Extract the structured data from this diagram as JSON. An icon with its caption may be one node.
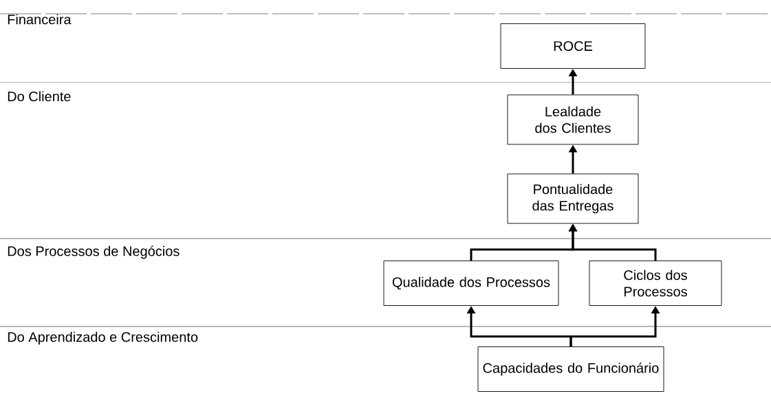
{
  "diagram": {
    "nodes": [
      {
        "text": [
          "ROCE"
        ]
      },
      {
        "text": [
          "Lealdade dos Clientes"
        ]
      },
      {
        "text": [
          "Pontualidade das Entregas"
        ]
      },
      {
        "text": [
          "Qualidade dos Processos"
        ]
      },
      {
        "text": [
          "Ciclos dos Processos"
        ]
      },
      {
        "text": [
          "Capacidades do Funcionário"
        ]
      }
    ],
    "edges": [
      {
        "from": 1,
        "to": 0,
        "arrow": "to"
      },
      {
        "from": 2,
        "to": 1,
        "arrow": "to"
      },
      {
        "from": 3,
        "to": 2,
        "arrow": "to"
      },
      {
        "from": 4,
        "to": 2,
        "arrow": "to"
      },
      {
        "from": 5,
        "to": 3,
        "arrow": "to"
      },
      {
        "from": 5,
        "to": 4,
        "arrow": "to"
      }
    ],
    "labels": [
      "Financeira",
      "Do Cliente",
      "Dos Processos de Negócios",
      "Do Aprendizado e Crescimento"
    ]
  }
}
